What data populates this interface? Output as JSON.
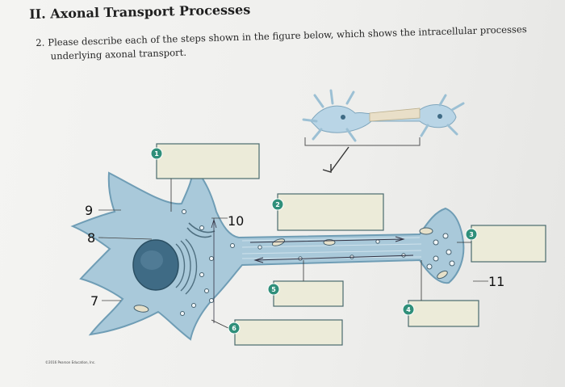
{
  "heading": "II. Axonal Transport Processes",
  "question": {
    "number": "2.",
    "line1": "Please describe each of the steps shown in the figure below, which shows the intracellular processes",
    "line2": "underlying axonal transport."
  },
  "figure": {
    "badges": [
      "1",
      "2",
      "3",
      "4",
      "5",
      "6"
    ],
    "labels": [
      "9",
      "8",
      "7",
      "10",
      "11"
    ],
    "copyright": "©2016 Pearson Education, Inc."
  },
  "colors": {
    "neuron_fill": "#a9c9da",
    "neuron_edge": "#6f9db5",
    "nucleus": "#3f6b85",
    "answer_box": "#ecebd9",
    "badge": "#2f8f7a"
  }
}
